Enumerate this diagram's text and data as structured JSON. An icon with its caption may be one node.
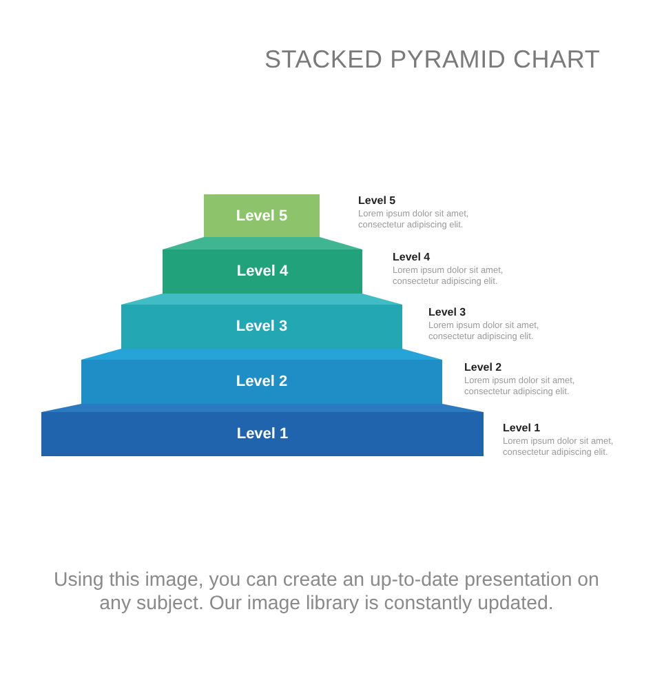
{
  "diagram": {
    "title": "STACKED PYRAMID CHART",
    "caption": "Using this image, you can create an up-to-date presentation on any subject. Our image library is constantly updated.",
    "nodes": [
      {
        "text": [
          "Level 5"
        ],
        "beside": [
          "Level 5",
          "Lorem ipsum dolor sit amet, consectetur adipiscing elit."
        ]
      },
      {
        "text": [
          "Level 4"
        ],
        "beside": [
          "Level 4",
          "Lorem ipsum dolor sit amet, consectetur adipiscing elit."
        ]
      },
      {
        "text": [
          "Level 3"
        ],
        "beside": [
          "Level 3",
          "Lorem ipsum dolor sit amet, consectetur adipiscing elit."
        ]
      },
      {
        "text": [
          "Level 2"
        ],
        "beside": [
          "Level 2",
          "Lorem ipsum dolor sit amet, consectetur adipiscing elit."
        ]
      },
      {
        "text": [
          "Level 1"
        ],
        "beside": [
          "Level 1",
          "Lorem ipsum dolor sit amet, consectetur adipiscing elit."
        ]
      }
    ]
  }
}
